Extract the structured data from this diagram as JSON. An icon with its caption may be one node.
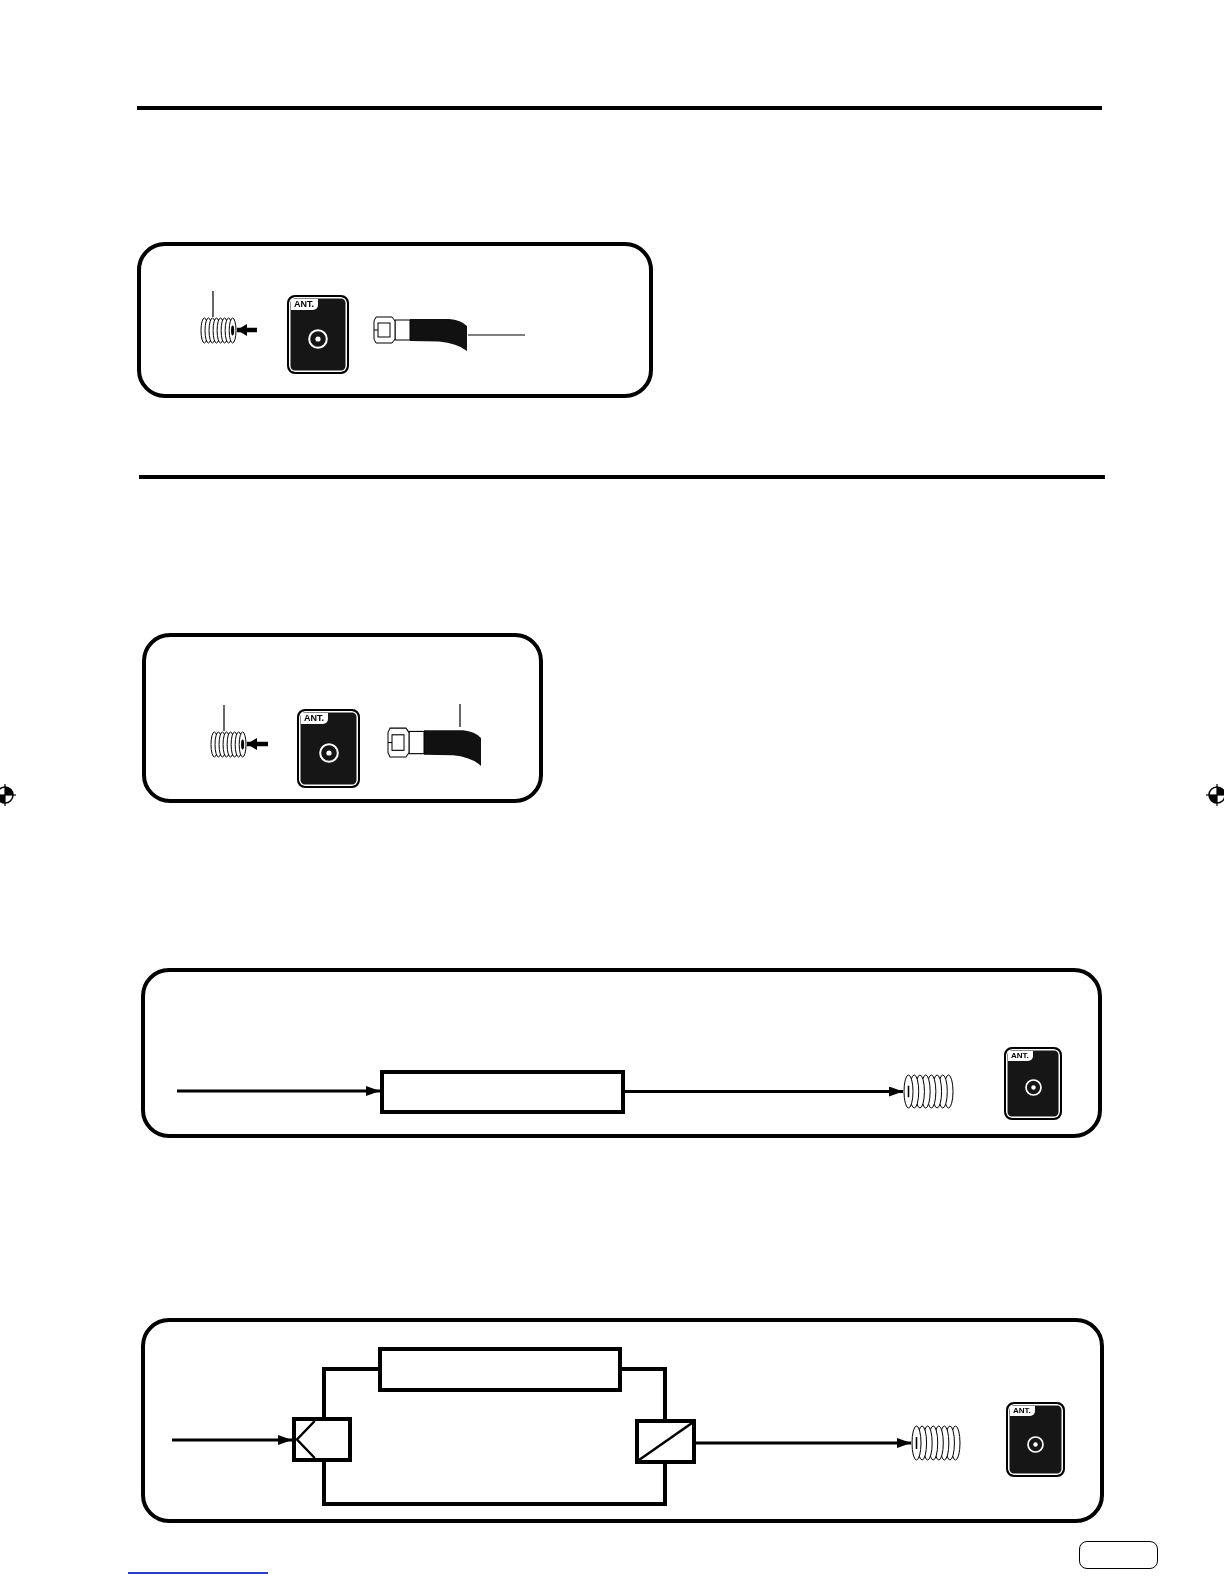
{
  "diagram": {
    "nodes": [
      {
        "text": [],
        "shape": "box"
      },
      {
        "text": [],
        "shape": "picture",
        "in": 0
      },
      {
        "text": [
          "ANT."
        ],
        "in": 0
      },
      {
        "text": [],
        "shape": "picture",
        "in": 0
      },
      {
        "text": [],
        "shape": "box"
      },
      {
        "text": [],
        "shape": "picture",
        "in": 4
      },
      {
        "text": [
          "ANT."
        ],
        "in": 4
      },
      {
        "text": [],
        "shape": "picture",
        "in": 4
      },
      {
        "text": [],
        "shape": "box"
      },
      {
        "text": [],
        "shape": "box",
        "in": 8
      },
      {
        "text": [],
        "shape": "picture",
        "in": 8
      },
      {
        "text": [
          "ANT."
        ],
        "in": 8
      },
      {
        "text": [],
        "shape": "box"
      },
      {
        "text": [],
        "shape": "box",
        "in": 12
      },
      {
        "text": [],
        "shape": "box",
        "in": 12
      },
      {
        "text": [],
        "shape": "box",
        "in": 12
      },
      {
        "text": [],
        "shape": "picture",
        "in": 12
      },
      {
        "text": [
          "ANT."
        ],
        "in": 12
      }
    ],
    "edges": [
      {
        "from": null,
        "to": 1,
        "arrow": "none"
      },
      {
        "from": null,
        "to": 1,
        "arrow": "to"
      },
      {
        "from": null,
        "to": 3,
        "arrow": "none"
      },
      {
        "from": null,
        "to": 5,
        "arrow": "none"
      },
      {
        "from": null,
        "to": 5,
        "arrow": "to"
      },
      {
        "from": null,
        "to": 7,
        "arrow": "none"
      },
      {
        "from": null,
        "to": 9,
        "arrow": "to"
      },
      {
        "from": 9,
        "to": 10,
        "arrow": "to"
      },
      {
        "from": null,
        "to": 13,
        "arrow": "to"
      },
      {
        "from": 13,
        "to": 14,
        "arrow": "none"
      },
      {
        "from": 14,
        "to": 15,
        "arrow": "none"
      },
      {
        "from": 13,
        "to": 15,
        "arrow": "none"
      },
      {
        "from": 15,
        "to": 16,
        "arrow": "to"
      }
    ]
  }
}
